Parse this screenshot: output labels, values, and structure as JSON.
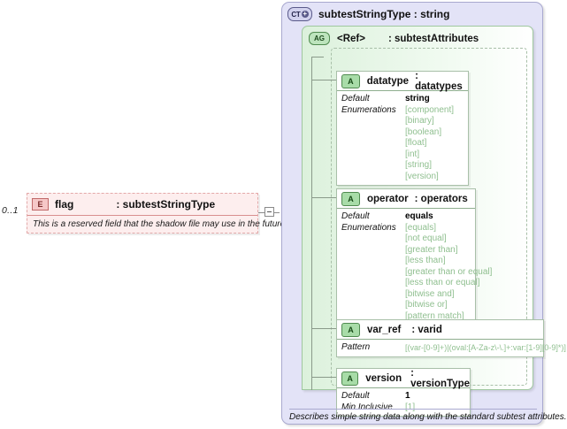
{
  "element": {
    "cardinality": "0..1",
    "badge": "E",
    "name": "flag",
    "type": ": subtestStringType",
    "documentation": "This is a reserved field that the shadow file may use in the future."
  },
  "complex_type": {
    "badge": "CT",
    "title": "subtestStringType : string",
    "footer": "Describes simple string data along with the standard subtest attributes."
  },
  "attribute_group": {
    "badge": "AG",
    "ref": "<Ref>",
    "type": ": subtestAttributes"
  },
  "attributes": [
    {
      "badge": "A",
      "name": "datatype",
      "type": ": datatypes",
      "default_label": "Default",
      "default_value": "string",
      "enum_label": "Enumerations",
      "enumerations": [
        "[component]",
        "[binary]",
        "[boolean]",
        "[float]",
        "[int]",
        "[string]",
        "[version]"
      ]
    },
    {
      "badge": "A",
      "name": "operator",
      "type": ": operators",
      "default_label": "Default",
      "default_value": "equals",
      "enum_label": "Enumerations",
      "enumerations": [
        "[equals]",
        "[not equal]",
        "[greater than]",
        "[less than]",
        "[greater than or equal]",
        "[less than or equal]",
        "[bitwise and]",
        "[bitwise or]",
        "[pattern match]"
      ]
    },
    {
      "badge": "A",
      "name": "var_ref",
      "type": ": varid",
      "pattern_label": "Pattern",
      "pattern_value": "[(var-[0-9]+)|(oval:[A-Za-z\\-\\.]+:var:[1-9][0-9]*)]"
    },
    {
      "badge": "A",
      "name": "version",
      "type": ": versionType",
      "default_label": "Default",
      "default_value": "1",
      "mininclusive_label": "Min Inclusive",
      "mininclusive_value": "[1]"
    }
  ]
}
